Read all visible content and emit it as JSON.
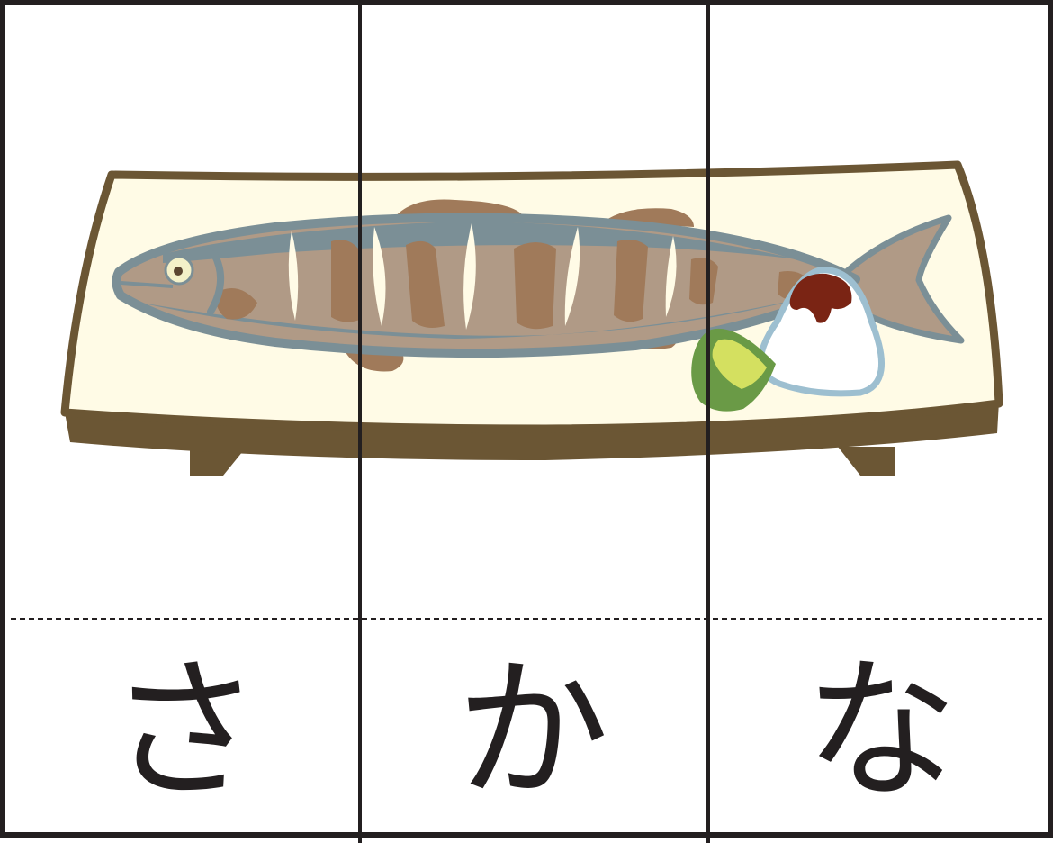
{
  "picture": {
    "icon": "grilled-fish-on-plate-icon",
    "colors": {
      "plate": "#fffbe6",
      "plate_outline": "#6b5634",
      "fish_skin": "#7b8f96",
      "fish_body": "#b09a86",
      "fish_char": "#a07a5a",
      "citrus": "#6a9a46",
      "citrus_flesh": "#d4e060",
      "radish_outline": "#9dbfd0",
      "soy": "#7a2414"
    }
  },
  "tiles": [
    {
      "kana": "さ"
    },
    {
      "kana": "か"
    },
    {
      "kana": "な"
    }
  ],
  "colors": {
    "ink": "#231f20",
    "background": "#ffffff"
  }
}
